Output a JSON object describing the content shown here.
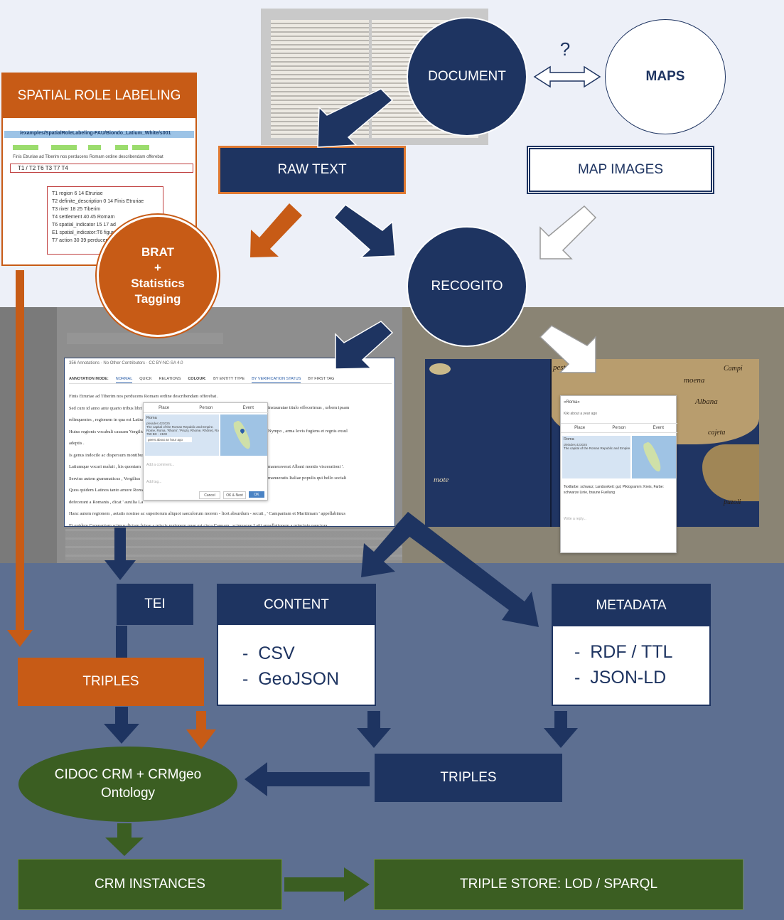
{
  "nodes": {
    "document": "DOCUMENT",
    "maps": "MAPS",
    "question": "?",
    "raw_text": "RAW TEXT",
    "map_images": "MAP IMAGES",
    "recogito": "RECOGITO",
    "brat_line1": "BRAT",
    "brat_line2": "+",
    "brat_line3": "Statistics",
    "brat_line4": "Tagging",
    "tei": "TEI",
    "content": "CONTENT",
    "content_items": [
      "-  CSV",
      "-  GeoJSON"
    ],
    "metadata": "METADATA",
    "metadata_items": [
      "-  RDF / TTL",
      "-  JSON-LD"
    ],
    "triples_orange": "TRIPLES",
    "triples_navy": "TRIPLES",
    "cidoc_line1": "CIDOC CRM + CRMgeo",
    "cidoc_line2": "Ontology",
    "crm_instances": "CRM INSTANCES",
    "triple_store": "TRIPLE STORE: LOD / SPARQL"
  },
  "srl": {
    "title": "SPATIAL ROLE LABELING",
    "path": "/examples/SpatialRoleLabeling-FAU/Biondo_Latium_White/s001",
    "tokens_line": "Finis Etruriae      ad         Tiberim nos perducens  Romam  ordine describendam offerebat",
    "ids_line": "T1 / T2              T6              T3          T7          T4",
    "annotations": [
      "T1   region 6 14     Etruriae",
      "T2   definite_description 0 14     Finis Etruriae",
      "T3   river 18 25     Tiberim",
      "T4   settlement 40 45     Romam",
      "T6   spatial_indicator 15 17    ad",
      "E1   spatial_indicator:T6 figure:T1 ground:T3",
      "T7   action 30 39    perducens"
    ]
  },
  "recogito_text": {
    "header": "356 Annotations  ·  No Other Contributors  ·  CC BY-NC-SA 4.0",
    "mode_bar": [
      "ANNOTATION MODE:",
      "NORMAL",
      "QUICK",
      "RELATIONS",
      "COLOUR:",
      "BY ENTITY TYPE",
      "BY VERIFICATION STATUS",
      "BY FIRST TAG"
    ],
    "lines": [
      "Finis Etruriae ad Tiberim nos perducens Romam ordine describendam offerebat .",
      "Sed cum id anno ante quarto tribus libri",
      "relinquentes , regionem in qua est Latium",
      "Huius regionis vocabuli causam Vergilius",
      "adeptis .",
      "Is genus indocile ac dispersum montibus",
      "Latiumque vocari maluit , his quoniam",
      "Servius autem grammaticus , Vergilius",
      "Quos quidem Latinos tanto amore Roma",
      "defecerant a Romanis , dicat ' auxilia La",
      "Hanc autem regionem , aetatis nostrae ac superiorum aliquot saeculorum morem - licet absurdum - secuti , ' Campaniam et Maritimam ' appellabimus",
      "Et quidem Campaniam scimus dictam fuisse a priscis regionem quae est circa Capuam , scimusque Latii appellationem a principio pauciora"
    ],
    "right_lines": [
      "instauratae titulo effecerimus , urbem ipsam",
      "Nympo , arma Iovis fugiens et regnis exsul",
      "maneraverat Albani montis viscerationi '.",
      "manueratis Italiae populis qui bello sociali"
    ],
    "popup": {
      "tabs": [
        "Place",
        "Person",
        "Event"
      ],
      "place_name": "Roma",
      "place_id": "pleiades:423025",
      "place_desc": "The capital of the Roman Republic and Empire.",
      "place_alt": "Rome, Roma, 'Rhomi', 'Priuzy, Rhome, Rhône), Rome",
      "place_dates": "750 BC - 2100",
      "user": "geers  about an hour ago",
      "comment_placeholder": "Add a comment...",
      "tag_placeholder": "Add tag...",
      "buttons": [
        "Cancel",
        "OK & Next",
        "OK"
      ]
    }
  },
  "recogito_map": {
    "label": "«Roma»",
    "user": "Kiki  about a year ago",
    "tabs": [
      "Place",
      "Person",
      "Event"
    ],
    "place_name": "Roma",
    "place_id": "pleiades:423025",
    "place_desc": "The capital of the Roman Republic and Empire.",
    "note": "Textfarbe: schwarz; Landsorkeit: gut; Piktogramm: Kreis, Farbe: schwarze Linie, braune Fuellung",
    "reply_placeholder": "Write a reply...",
    "map_labels": [
      "moena",
      "Albana",
      "cajeta",
      "Campi",
      "puzoli",
      "mote",
      "pestena"
    ]
  },
  "colors": {
    "navy": "#1e3461",
    "orange": "#c75b16",
    "green": "#3b5e22",
    "top_bg": "#edf0f8",
    "bottom_bg": "#5d6f91"
  }
}
